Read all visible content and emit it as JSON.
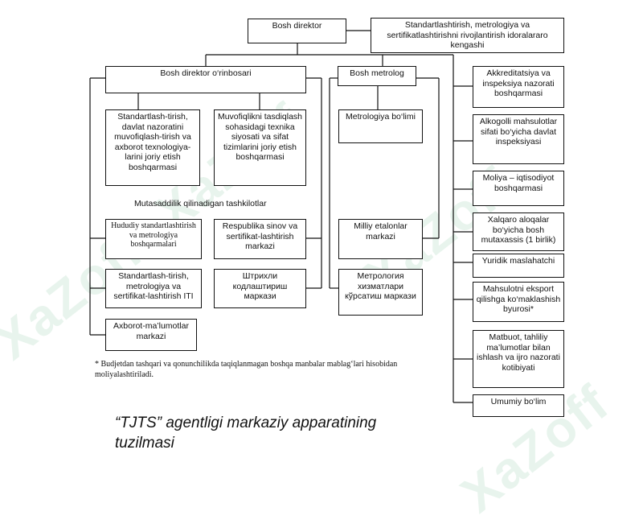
{
  "diagram": {
    "boxes": {
      "director": "Bosh direktor",
      "council": "Standartlashtirish, metrologiya va sertifikatlashtirishni rivojlantirish idoralararo kengashi",
      "deputy": "Bosh direktor o‘rinbosari",
      "chief_metrolog": "Bosh metrolog",
      "std_control": "Standartlash-tirish, davlat nazoratini muvofiqlash-tirish va axborot texnologiya-larini joriy etish boshqarmasi",
      "conformity": "Muvofiqlikni tasdiqlash sohasidagi texnika siyosati va sifat tizimlarini joriy etish boshqarmasi",
      "metrology_dept": "Metrologiya bo‘limi",
      "subordinates_label": "Mutasaddilik qilinadigan tashkilotlar",
      "regional": "Hududiy standartlashtirish va metrologiya boshqarmalari",
      "rep_testing": "Respublika sinov va sertifikat-lashtirish markazi",
      "national_etalon": "Milliy etalonlar markazi",
      "std_institute": "Standartlash-tirish, metrologiya va sertifikat-lashtirish ITI",
      "barcode": "Штрихли кодлаштириш маркази",
      "metrology_services": "Метрология хизматлари кўрсатиш маркази",
      "info_center": "Axborot-ma’lumotlar markazi",
      "accreditation": "Akkreditatsiya va inspeksiya nazorati boshqarmasi",
      "alcohol": "Alkogolli mahsulotlar sifati bo‘yicha davlat inspeksiyasi",
      "finance": "Moliya – iqtisodiyot boshqarmasi",
      "foreign": "Xalqaro aloqalar bo‘yicha bosh mutaxassis (1 birlik)",
      "legal": "Yuridik maslahatchi",
      "export": "Mahsulotni eksport qilishga ko‘maklashish byurosi*",
      "press": "Matbuot, tahliliy ma’lumotlar bilan ishlash va ijro nazorati kotibiyati",
      "general": "Umumiy bo‘lim"
    },
    "footnote": "* Budjetdan tashqari va qonunchilikda taqiqlanmagan boshqa manbalar mablag‘lari hisobidan moliyalashtiriladi.",
    "caption": "“TJTS” agentligi markaziy apparatining\ntuzilmasi",
    "watermark": "XaZoff",
    "colors": {
      "line": "#111111",
      "watermark": "#2e9a56"
    }
  }
}
